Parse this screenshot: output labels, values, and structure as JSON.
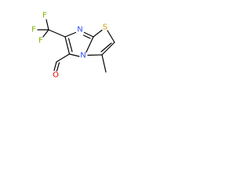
{
  "molecule": {
    "atoms": {
      "n_top": {
        "symbol": "N",
        "color": "#3050F8"
      },
      "s_ring": {
        "symbol": "S",
        "color": "#C8A000"
      },
      "n_bridge": {
        "symbol": "N",
        "color": "#3050F8"
      },
      "o_aldehyde": {
        "symbol": "O",
        "color": "#E00000"
      },
      "f1": {
        "symbol": "F",
        "color": "#7FB200"
      },
      "f2": {
        "symbol": "F",
        "color": "#7FB200"
      },
      "f3": {
        "symbol": "F",
        "color": "#7FB200"
      }
    },
    "bond_color": "#000000"
  }
}
